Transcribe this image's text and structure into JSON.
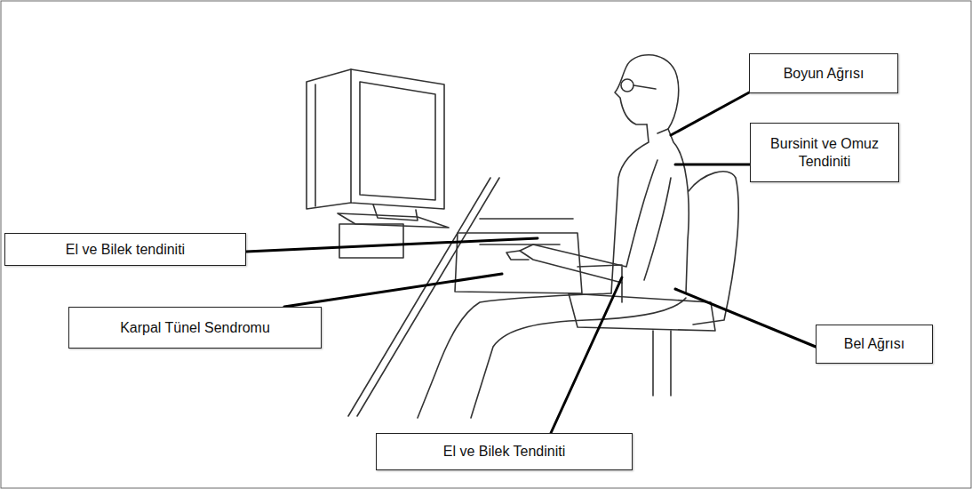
{
  "diagram": {
    "nodes": [
      {
        "text": [
          "Boyun Ağrısı"
        ]
      },
      {
        "text": [
          "Bursinit ve Omuz Tendiniti"
        ]
      },
      {
        "text": [
          "El ve Bilek tendiniti"
        ]
      },
      {
        "text": [
          "Karpal Tünel Sendromu"
        ]
      },
      {
        "text": [
          "Bel Ağrısı"
        ]
      },
      {
        "text": [
          "El ve Bilek Tendiniti"
        ]
      }
    ]
  }
}
